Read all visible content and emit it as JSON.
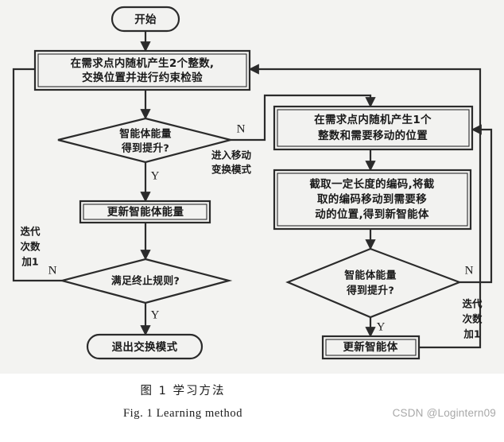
{
  "figure": {
    "caption_cn": "图 1   学习方法",
    "caption_en": "Fig. 1   Learning method",
    "watermark": "CSDN @Logintern09"
  },
  "chart_data": {
    "type": "diagram",
    "title": "图 1 学习方法 / Fig. 1 Learning method",
    "diagram_kind": "flowchart",
    "branches": [
      "Y",
      "N"
    ],
    "nodes": [
      {
        "id": "start",
        "shape": "terminator",
        "text": "开始"
      },
      {
        "id": "swap_gen",
        "shape": "process",
        "text_lines": [
          "在需求点内随机产生2个整数,",
          "交换位置并进行约束检验"
        ]
      },
      {
        "id": "swap_check",
        "shape": "decision",
        "text_lines": [
          "智能体能量",
          "得到提升?"
        ]
      },
      {
        "id": "swap_update",
        "shape": "process",
        "text_lines": [
          "更新智能体能量"
        ]
      },
      {
        "id": "stop_rule",
        "shape": "decision",
        "text_lines": [
          "满足终止规则?"
        ]
      },
      {
        "id": "swap_exit",
        "shape": "terminator",
        "text": "退出交换模式"
      },
      {
        "id": "move_gen",
        "shape": "process",
        "text_lines": [
          "在需求点内随机产生1个",
          "整数和需要移动的位置"
        ]
      },
      {
        "id": "move_apply",
        "shape": "process",
        "text_lines": [
          "截取一定长度的编码,将截",
          "取的编码移动到需要移",
          "动的位置,得到新智能体"
        ]
      },
      {
        "id": "move_check",
        "shape": "decision",
        "text_lines": [
          "智能体能量",
          "得到提升?"
        ]
      },
      {
        "id": "move_update",
        "shape": "process",
        "text_lines": [
          "更新智能体"
        ]
      }
    ],
    "edge_labels": [
      {
        "id": "swap_check_n",
        "text": "N"
      },
      {
        "id": "swap_check_y",
        "text": "Y"
      },
      {
        "id": "stop_rule_n",
        "text": "N"
      },
      {
        "id": "stop_rule_y",
        "text": "Y"
      },
      {
        "id": "move_check_n",
        "text": "N"
      },
      {
        "id": "move_check_y",
        "text": "Y"
      }
    ],
    "edge_notes": [
      {
        "id": "enter_move_mode",
        "text_lines": [
          "进入移动",
          "变换模式"
        ]
      },
      {
        "id": "iter_inc_left",
        "text_lines": [
          "迭代",
          "次数",
          "加1"
        ]
      },
      {
        "id": "iter_inc_right",
        "text_lines": [
          "迭代",
          "次数",
          "加1"
        ]
      }
    ],
    "colors": {
      "stroke": "#2b2b2b",
      "node_fill": "#f2f2f0",
      "background": "#f3f3f1",
      "text": "#1a1a1a",
      "watermark": "#a8a8a8"
    }
  }
}
